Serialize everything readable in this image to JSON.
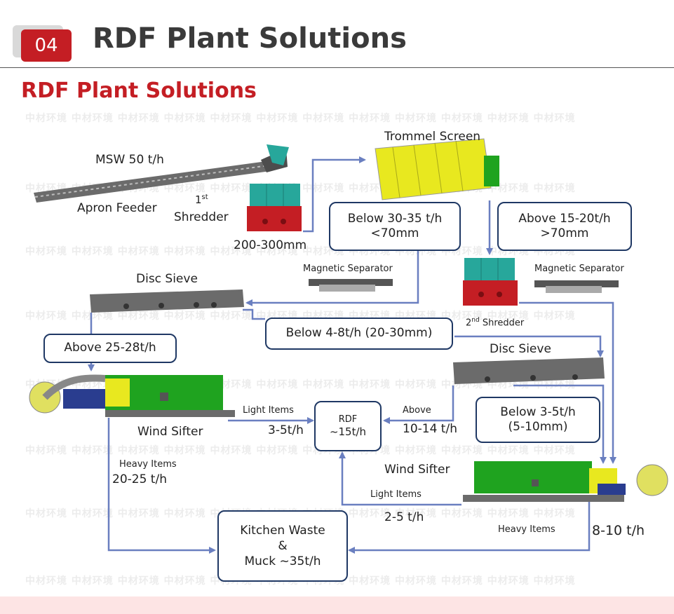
{
  "header": {
    "badge": "04",
    "title": "RDF Plant Solutions"
  },
  "subtitle": "RDF Plant Solutions",
  "watermark_text": "中材环境 中材环境 中材环境 中材环境 中材环境 中材环境 中材环境 中材环境 中材环境 中材环境 中材环境 中材环境",
  "labels": {
    "msw": "MSW 50 t/h",
    "apron_feeder": "Apron Feeder",
    "shredder1_num": "1",
    "shredder1_sup": "st",
    "shredder1_word": "Shredder",
    "size_200_300": "200-300mm",
    "trommel": "Trommel Screen",
    "mag_sep_left": "Magnetic Separator",
    "mag_sep_right": "Magnetic Separator",
    "disc_sieve_top": "Disc Sieve",
    "shredder2_num": "2",
    "shredder2_sup": "nd",
    "shredder2_word": "Shredder",
    "disc_sieve_right": "Disc Sieve",
    "wind_sifter_left": "Wind Sifter",
    "light_items_left": "Light Items",
    "flow_3_5": "3-5t/h",
    "heavy_items_left": "Heavy Items",
    "flow_20_25": "20-25 t/h",
    "above_right": "Above",
    "flow_10_14": "10-14 t/h",
    "wind_sifter_right": "Wind Sifter",
    "light_items_right": "Light Items",
    "flow_2_5": "2-5 t/h",
    "heavy_items_right": "Heavy Items",
    "flow_8_10": "8-10 t/h"
  },
  "boxes": {
    "below_30_35": [
      "Below 30-35 t/h",
      "<70mm"
    ],
    "above_15_20": [
      "Above 15-20t/h",
      ">70mm"
    ],
    "below_4_8": [
      "Below 4-8t/h (20-30mm)"
    ],
    "above_25_28": [
      "Above 25-28t/h"
    ],
    "rdf": [
      "RDF",
      "~15t/h"
    ],
    "below_3_5": [
      "Below 3-5t/h",
      "(5-10mm)"
    ],
    "kitchen_waste": [
      "Kitchen Waste",
      "&",
      "Muck ~35t/h"
    ]
  },
  "colors": {
    "accent_red": "#c41e24",
    "arrow_blue": "#6a7fc0",
    "box_border": "#1f3864",
    "machine_green": "#1fa31f",
    "machine_teal": "#27a79b",
    "machine_red": "#c41e24",
    "trommel_yellow": "#e8e81f",
    "sieve_gray": "#6b6b6b"
  }
}
